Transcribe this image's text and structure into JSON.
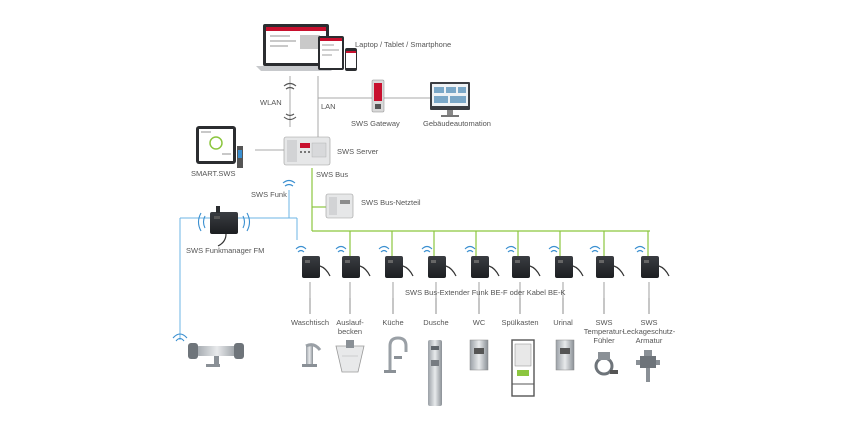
{
  "labels": {
    "devices": "Laptop / Tablet / Smartphone",
    "wlan": "WLAN",
    "lan": "LAN",
    "gateway": "SWS Gateway",
    "building_automation": "Gebäudeautomation",
    "smart_sws": "SMART.SWS",
    "server": "SWS Server",
    "bus": "SWS Bus",
    "funk": "SWS Funk",
    "bus_power": "SWS Bus-Netzteil",
    "radio_manager": "SWS Funkmanager FM",
    "extender": "SWS Bus-Extender Funk BE-F oder Kabel BE-K"
  },
  "endpoints": [
    {
      "line1": "Waschtisch",
      "line2": "",
      "line3": ""
    },
    {
      "line1": "Auslauf-",
      "line2": "becken",
      "line3": ""
    },
    {
      "line1": "Küche",
      "line2": "",
      "line3": ""
    },
    {
      "line1": "Dusche",
      "line2": "",
      "line3": ""
    },
    {
      "line1": "WC",
      "line2": "",
      "line3": ""
    },
    {
      "line1": "Spülkasten",
      "line2": "",
      "line3": ""
    },
    {
      "line1": "Urinal",
      "line2": "",
      "line3": ""
    },
    {
      "line1": "SWS",
      "line2": "Temperatur-",
      "line3": "Fühler"
    },
    {
      "line1": "SWS",
      "line2": "Leckageschutz-",
      "line3": "Armatur"
    }
  ],
  "colors": {
    "bus": "#8cc63f",
    "radio": "#6cb4e4",
    "lan": "#999999",
    "accent": "#c8102e"
  }
}
